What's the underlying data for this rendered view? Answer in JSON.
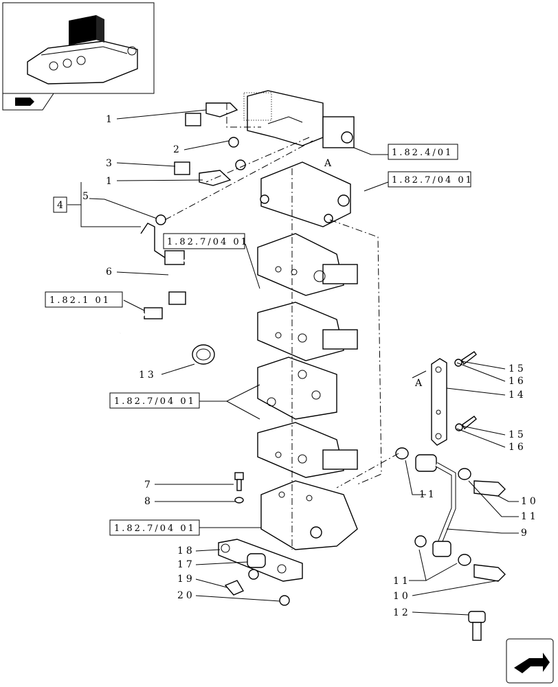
{
  "callouts": {
    "c1a": "1",
    "c1b": "1",
    "c2": "2",
    "c3": "3",
    "c4": "4",
    "c5": "5",
    "c6": "6",
    "c7": "7",
    "c8": "8",
    "c9": "9",
    "c10a": "10",
    "c10b": "10",
    "c11a": "11",
    "c11b": "11",
    "c11c": "11",
    "c12": "12",
    "c13": "13",
    "c14": "14",
    "c15a": "15",
    "c15b": "15",
    "c16a": "16",
    "c16b": "16",
    "c17": "17",
    "c18": "18",
    "c19": "19",
    "c20": "20",
    "markA1": "A",
    "markA2": "A"
  },
  "references": {
    "ref1": "1.82.4/01",
    "ref2": "1.82.7/04 01",
    "ref3": "1.82.7/04 01",
    "ref4": "1.82.1 01",
    "ref5": "1.82.7/04 01",
    "ref6": "1.82.7/04 01"
  }
}
